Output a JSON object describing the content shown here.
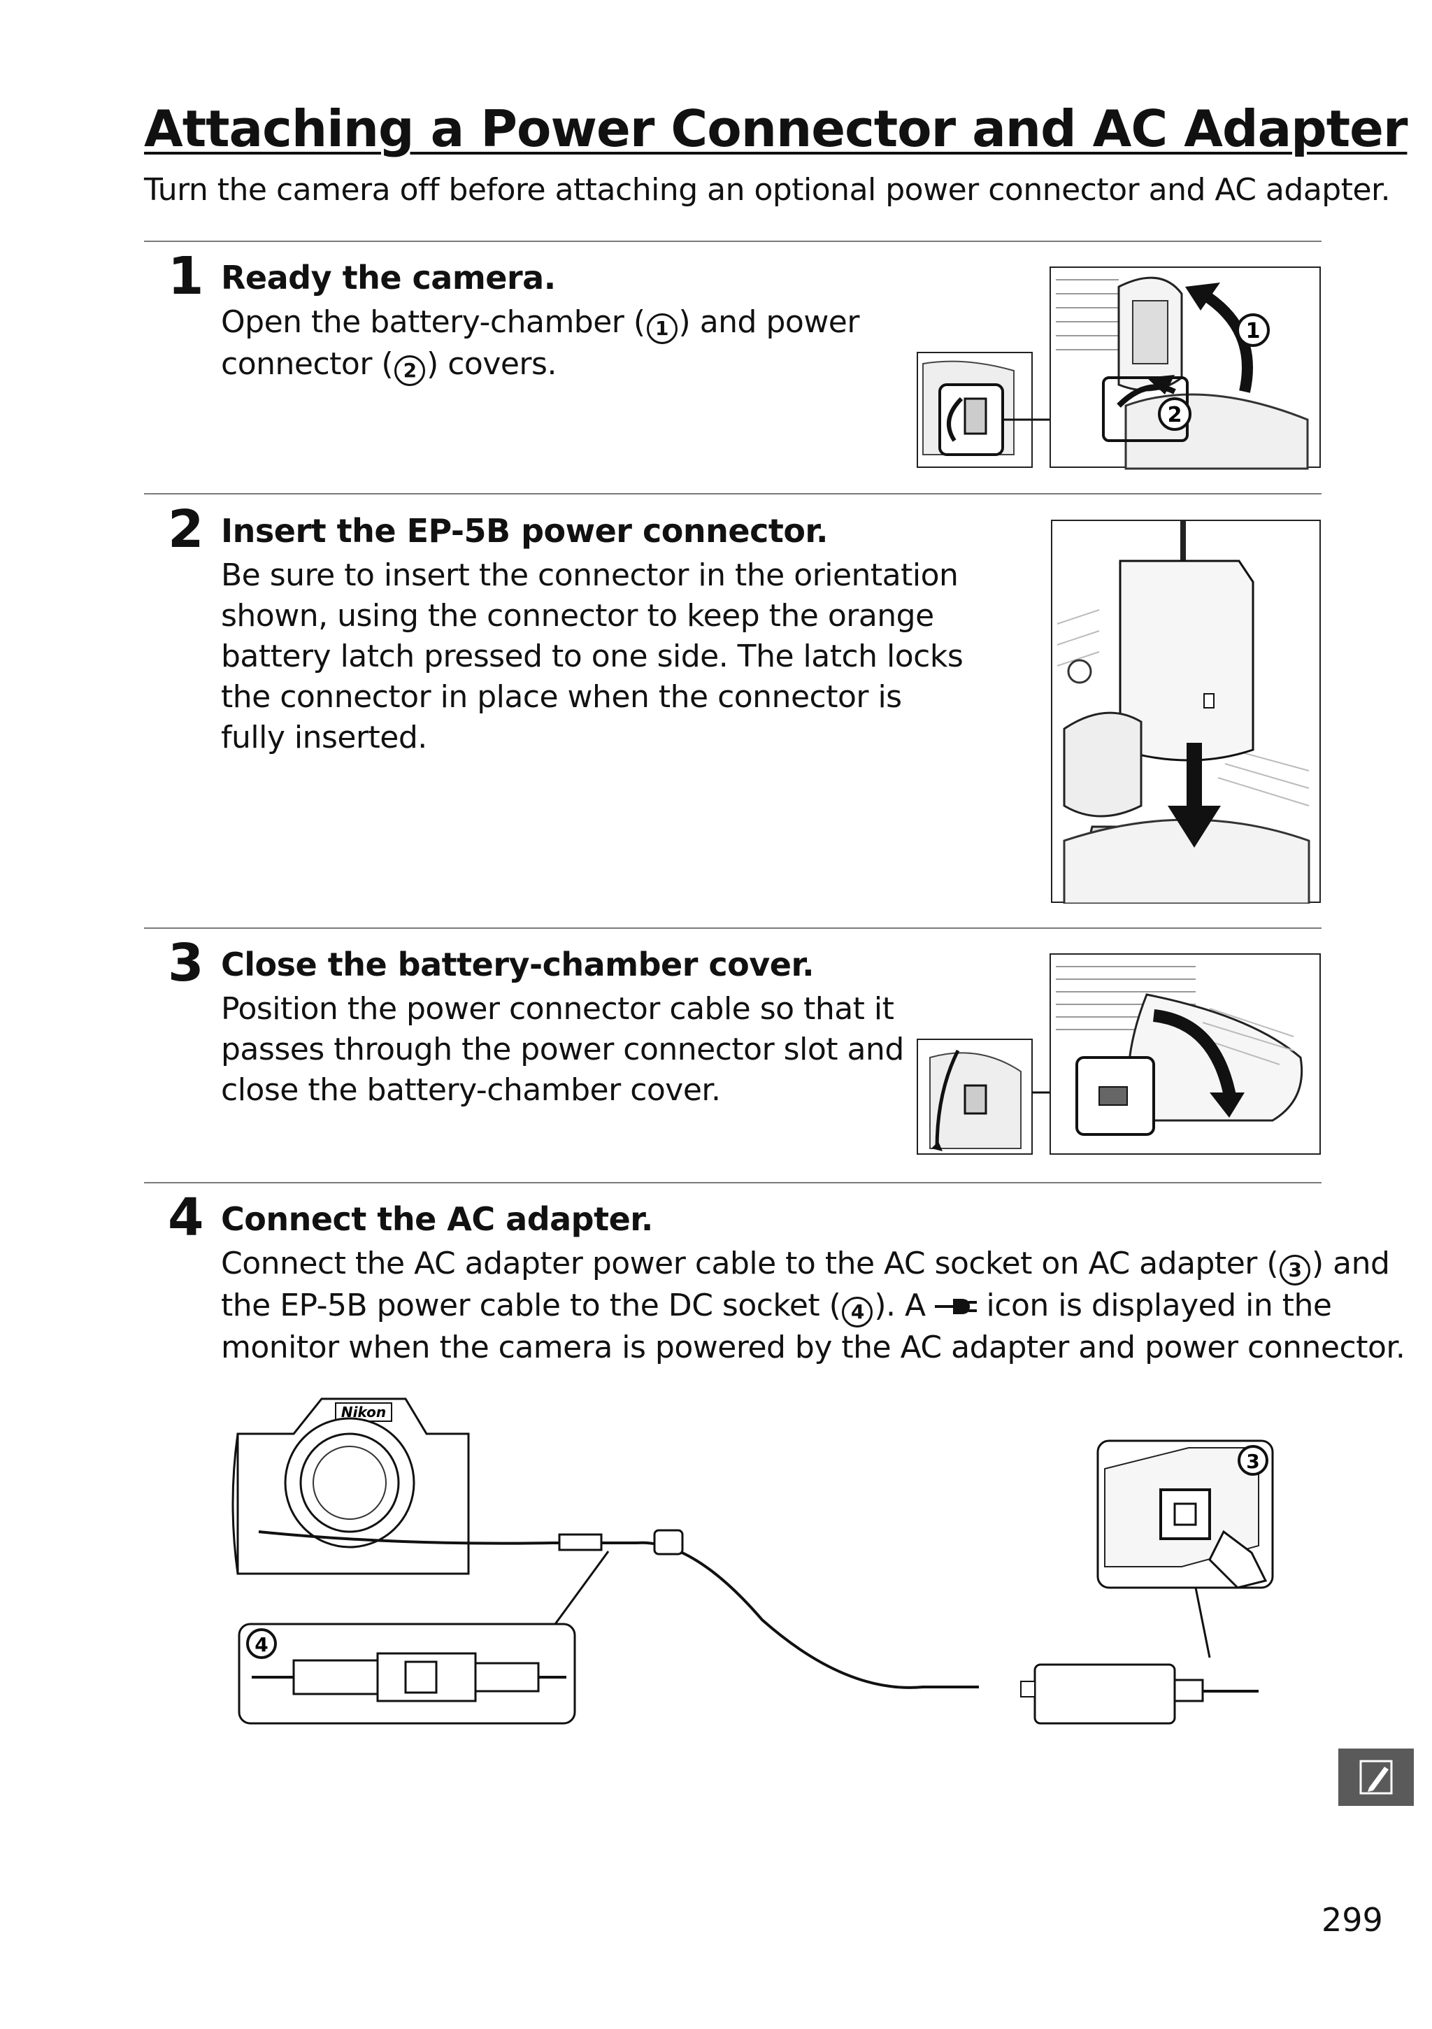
{
  "title": "Attaching a Power Connector and AC Adapter",
  "intro": "Turn the camera off before attaching an optional power connector and AC adapter.",
  "steps": [
    {
      "number": "1",
      "title": "Ready the camera.",
      "body_a": "Open the battery-chamber (",
      "circ_a": "1",
      "body_b": ") and power",
      "body_c": "connector (",
      "circ_b": "2",
      "body_d": ") covers."
    },
    {
      "number": "2",
      "title": "Insert the EP-5B power connector.",
      "lines": [
        "Be sure to insert the connector in the orientation",
        "shown, using the connector to keep the orange",
        "battery latch pressed to one side.  The latch locks",
        "the connector in place when the connector is",
        "fully inserted."
      ]
    },
    {
      "number": "3",
      "title": "Close the battery-chamber cover.",
      "lines": [
        "Position the power connector cable so that it",
        "passes through the power connector slot and",
        "close the battery-chamber cover."
      ]
    },
    {
      "number": "4",
      "title": "Connect the AC adapter.",
      "line1_a": "Connect the AC adapter power cable to the AC socket on AC adapter (",
      "circ_a": "3",
      "line1_b": ") and",
      "line2_a": "the EP-5B power cable to the DC socket (",
      "circ_b": "4",
      "line2_b": ").  A ",
      "line2_c": " icon is displayed in the",
      "line3": "monitor when the camera is powered by the AC adapter and power connector."
    }
  ],
  "callouts": {
    "c1": "1",
    "c2": "2",
    "c3": "3",
    "c4": "4"
  },
  "camera_brand": "Nikon",
  "page_number": "299",
  "icons": {
    "plug": "ac-plug-icon",
    "tab": "note-pencil-icon"
  },
  "colors": {
    "tab": "#5a5a5a",
    "rule": "#7a7a7a"
  }
}
